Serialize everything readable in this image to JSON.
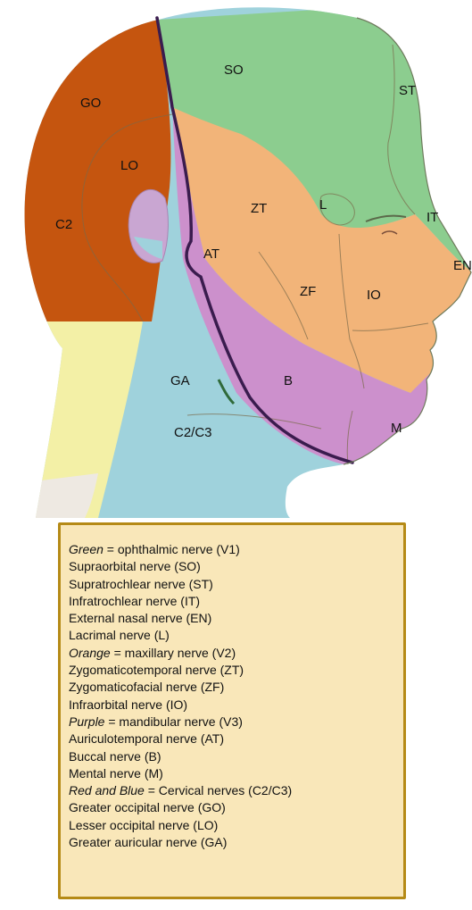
{
  "colors": {
    "ophthalmic_green": "#8ccd8f",
    "maxillary_orange": "#f2b479",
    "mandibular_purple": "#cc90cc",
    "cervical_red": "#c5550f",
    "cervical_blue": "#9fd2dc",
    "neck_yellow": "#f3f0a6",
    "outline_dark": "#3a1c4e",
    "legend_bg": "#f9e7b9",
    "legend_border": "#b58a16"
  },
  "labels": {
    "SO": "SO",
    "ST": "ST",
    "GO": "GO",
    "LO": "LO",
    "C2": "C2",
    "ZT": "ZT",
    "L": "L",
    "IT": "IT",
    "AT": "AT",
    "EN": "EN",
    "ZF": "ZF",
    "IO": "IO",
    "GA": "GA",
    "B": "B",
    "C2C3": "C2/C3",
    "M": "M"
  },
  "legend": [
    {
      "kind": "heading",
      "italic": "Green",
      "rest": " = ophthalmic nerve (V1)"
    },
    {
      "kind": "item",
      "text": "Supraorbital nerve (SO)"
    },
    {
      "kind": "item",
      "text": "Supratrochlear nerve (ST)"
    },
    {
      "kind": "item",
      "text": "Infratrochlear nerve (IT)"
    },
    {
      "kind": "item",
      "text": "External nasal nerve (EN)"
    },
    {
      "kind": "item",
      "text": "Lacrimal nerve (L)"
    },
    {
      "kind": "heading",
      "italic": "Orange",
      "rest": " = maxillary nerve (V2)"
    },
    {
      "kind": "item",
      "text": "Zygomaticotemporal nerve (ZT)"
    },
    {
      "kind": "item",
      "text": "Zygomaticofacial nerve (ZF)"
    },
    {
      "kind": "item",
      "text": "Infraorbital nerve (IO)"
    },
    {
      "kind": "heading",
      "italic": "Purple",
      "rest": " = mandibular nerve (V3)"
    },
    {
      "kind": "item",
      "text": "Auriculotemporal nerve (AT)"
    },
    {
      "kind": "item",
      "text": "Buccal nerve (B)"
    },
    {
      "kind": "item",
      "text": "Mental nerve (M)"
    },
    {
      "kind": "heading",
      "italic": "Red and Blue",
      "rest": " = Cervical nerves (C2/C3)"
    },
    {
      "kind": "item",
      "text": "Greater occipital nerve (GO)"
    },
    {
      "kind": "item",
      "text": "Lesser occipital nerve (LO)"
    },
    {
      "kind": "item",
      "text": "Greater auricular nerve (GA)"
    }
  ]
}
